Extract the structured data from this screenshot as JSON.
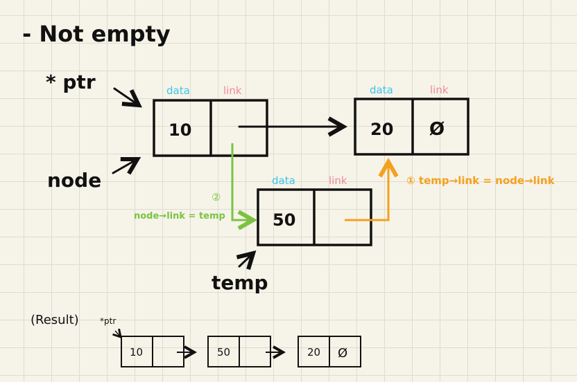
{
  "title": "- Not empty",
  "pointers": {
    "ptr": "* ptr",
    "node": "node",
    "temp": "temp"
  },
  "field_labels": {
    "data": "data",
    "link": "link"
  },
  "nodes": {
    "first": {
      "data": "10",
      "link": ""
    },
    "last": {
      "data": "20",
      "link": "Ø"
    },
    "new": {
      "data": "50",
      "link": ""
    }
  },
  "steps": {
    "step1": "① temp→link = node→link",
    "step2_number": "②",
    "step2": "node→link = temp"
  },
  "result": {
    "label": "(Result)",
    "ptr": "*ptr",
    "nodes": [
      {
        "data": "10",
        "link": ""
      },
      {
        "data": "50",
        "link": ""
      },
      {
        "data": "20",
        "link": "Ø"
      }
    ]
  },
  "colors": {
    "data_label": "#3cc4ee",
    "link_label": "#f08a9a",
    "step1": "#f5a020",
    "step2": "#7cc242",
    "ink": "#111111"
  }
}
